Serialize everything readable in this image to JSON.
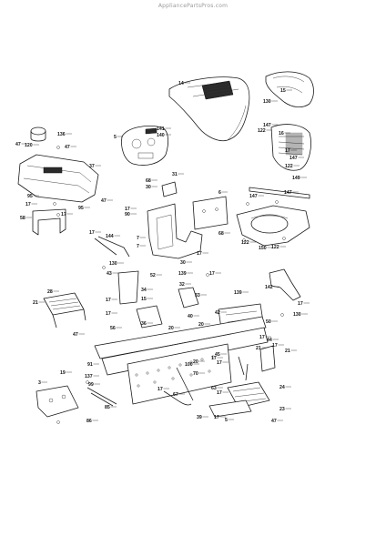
{
  "watermark": "AppliancePartsPros.com",
  "labels": [
    {
      "text": "14"
    },
    {
      "text": "15"
    },
    {
      "text": "130"
    },
    {
      "text": "136"
    },
    {
      "text": "47"
    },
    {
      "text": "120"
    },
    {
      "text": "47"
    },
    {
      "text": "5"
    },
    {
      "text": "141"
    },
    {
      "text": "140"
    },
    {
      "text": "147"
    },
    {
      "text": "122"
    },
    {
      "text": "16"
    },
    {
      "text": "17"
    },
    {
      "text": "147"
    },
    {
      "text": "122"
    },
    {
      "text": "149"
    },
    {
      "text": "37"
    },
    {
      "text": "47"
    },
    {
      "text": "95"
    },
    {
      "text": "17"
    },
    {
      "text": "95"
    },
    {
      "text": "17"
    },
    {
      "text": "58"
    },
    {
      "text": "31"
    },
    {
      "text": "68"
    },
    {
      "text": "30"
    },
    {
      "text": "17"
    },
    {
      "text": "90"
    },
    {
      "text": "6"
    },
    {
      "text": "147"
    },
    {
      "text": "147"
    },
    {
      "text": "68"
    },
    {
      "text": "122"
    },
    {
      "text": "150"
    },
    {
      "text": "122"
    },
    {
      "text": "17"
    },
    {
      "text": "144"
    },
    {
      "text": "7"
    },
    {
      "text": "7"
    },
    {
      "text": "17"
    },
    {
      "text": "30"
    },
    {
      "text": "130"
    },
    {
      "text": "43"
    },
    {
      "text": "52"
    },
    {
      "text": "139"
    },
    {
      "text": "17"
    },
    {
      "text": "32"
    },
    {
      "text": "33"
    },
    {
      "text": "139"
    },
    {
      "text": "142"
    },
    {
      "text": "17"
    },
    {
      "text": "28"
    },
    {
      "text": "34"
    },
    {
      "text": "21"
    },
    {
      "text": "17"
    },
    {
      "text": "15"
    },
    {
      "text": "17"
    },
    {
      "text": "56"
    },
    {
      "text": "130"
    },
    {
      "text": "42"
    },
    {
      "text": "50"
    },
    {
      "text": "47"
    },
    {
      "text": "40"
    },
    {
      "text": "20"
    },
    {
      "text": "20"
    },
    {
      "text": "17"
    },
    {
      "text": "36"
    },
    {
      "text": "91"
    },
    {
      "text": "44"
    },
    {
      "text": "17"
    },
    {
      "text": "21"
    },
    {
      "text": "21"
    },
    {
      "text": "17"
    },
    {
      "text": "20"
    },
    {
      "text": "19"
    },
    {
      "text": "45"
    },
    {
      "text": "17"
    },
    {
      "text": "137"
    },
    {
      "text": "99"
    },
    {
      "text": "100"
    },
    {
      "text": "70"
    },
    {
      "text": "63"
    },
    {
      "text": "17"
    },
    {
      "text": "24"
    },
    {
      "text": "3"
    },
    {
      "text": "85"
    },
    {
      "text": "67"
    },
    {
      "text": "17"
    },
    {
      "text": "23"
    },
    {
      "text": "86"
    },
    {
      "text": "39"
    },
    {
      "text": "17"
    },
    {
      "text": "5"
    },
    {
      "text": "47"
    }
  ]
}
